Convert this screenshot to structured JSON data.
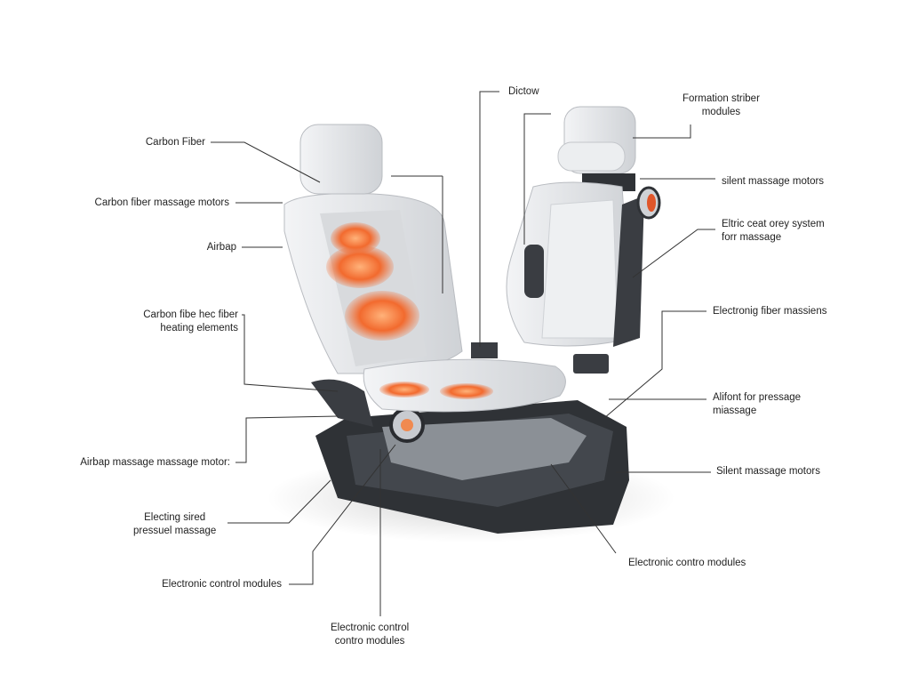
{
  "title": "Car seat massage system components",
  "labels": {
    "carbon_fiber": "Carbon Fiber",
    "carbon_fiber_motors": "Carbon fiber massage motors",
    "airbag": "Airbap",
    "heating_l1": "Carbon fibe hec fiber",
    "heating_l2": "heating elements",
    "airbag_motors": "Airbap massage massage motor:",
    "pressure_l1": "Electing sired",
    "pressure_l2": "pressuel massage",
    "ecm_left": "Electronic control modules",
    "ecm_bottom_l1": "Electronic control",
    "ecm_bottom_l2": "contro modules",
    "top_center": "Dictow",
    "formation_l1": "Formation striber",
    "formation_l2": "modules",
    "silent_top": "silent massage motors",
    "electric_l1": "Eltric ceat orey system",
    "electric_l2": "forr massage",
    "fiber_massians": "Electronig fiber massiens",
    "alifont_l1": "Alifont for pressage",
    "alifont_l2": "miassage",
    "silent_bottom": "Silent massage motors",
    "ecm_right": "Electronic contro modules"
  },
  "colors": {
    "seat": "#e4e6e9",
    "base": "#2f3236",
    "heat": "#f26a2e",
    "line": "#333333"
  }
}
